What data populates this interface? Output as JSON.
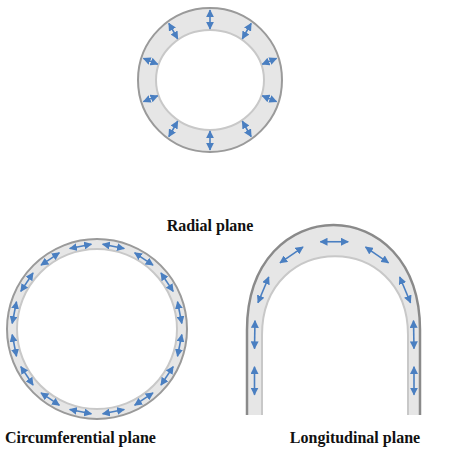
{
  "diagram": {
    "labels": [
      "Radial plane",
      "Circumferential plane",
      "Longitudinal plane"
    ]
  }
}
